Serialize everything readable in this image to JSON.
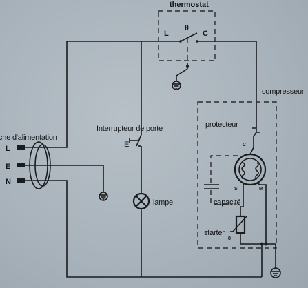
{
  "labels": {
    "thermostat": "thermostat",
    "thermostat_L": "L",
    "thermostat_theta": "θ",
    "thermostat_C": "C",
    "compresseur": "compresseur",
    "protecteur": "protecteur",
    "compressor_C": "C",
    "compressor_S": "S",
    "compressor_M": "M",
    "capacite": "capacité",
    "starter": "starter",
    "starter_pin": "8",
    "interrupteur": "Interrupteur de porte",
    "door_switch_E": "E",
    "lampe": "lampe",
    "fiche": "che d'alimentation",
    "plug_L": "L",
    "plug_E": "E",
    "plug_N": "N"
  },
  "icons": [
    "ground-icon",
    "lamp-icon",
    "door-switch-icon",
    "compressor-motor-icon",
    "ptc-starter-icon",
    "capacitor-icon",
    "overload-protector-icon",
    "thermostat-switch-icon",
    "power-plug-icon"
  ]
}
